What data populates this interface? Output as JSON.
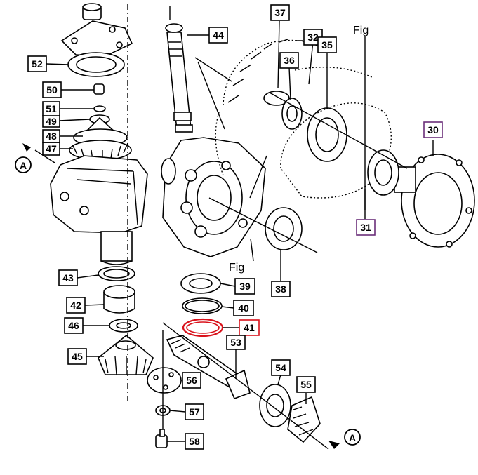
{
  "callouts": [
    {
      "id": "c30",
      "text": "30",
      "color": "#6b2f7a"
    },
    {
      "id": "c31",
      "text": "31",
      "color": "#6b2f7a"
    },
    {
      "id": "c32",
      "text": "32",
      "color": "#000000"
    },
    {
      "id": "c35",
      "text": "35",
      "color": "#000000"
    },
    {
      "id": "c36",
      "text": "36",
      "color": "#000000"
    },
    {
      "id": "c37",
      "text": "37",
      "color": "#000000"
    },
    {
      "id": "c38",
      "text": "38",
      "color": "#000000"
    },
    {
      "id": "c39",
      "text": "39",
      "color": "#000000"
    },
    {
      "id": "c40",
      "text": "40",
      "color": "#000000"
    },
    {
      "id": "c41",
      "text": "41",
      "color": "#d9121b"
    },
    {
      "id": "c42",
      "text": "42",
      "color": "#000000"
    },
    {
      "id": "c43",
      "text": "43",
      "color": "#000000"
    },
    {
      "id": "c44",
      "text": "44",
      "color": "#000000"
    },
    {
      "id": "c45",
      "text": "45",
      "color": "#000000"
    },
    {
      "id": "c46",
      "text": "46",
      "color": "#000000"
    },
    {
      "id": "c47",
      "text": "47",
      "color": "#000000"
    },
    {
      "id": "c48",
      "text": "48",
      "color": "#000000"
    },
    {
      "id": "c49",
      "text": "49",
      "color": "#000000"
    },
    {
      "id": "c50",
      "text": "50",
      "color": "#000000"
    },
    {
      "id": "c51",
      "text": "51",
      "color": "#000000"
    },
    {
      "id": "c52",
      "text": "52",
      "color": "#000000"
    },
    {
      "id": "c53",
      "text": "53",
      "color": "#000000"
    },
    {
      "id": "c54",
      "text": "54",
      "color": "#000000"
    },
    {
      "id": "c55",
      "text": "55",
      "color": "#000000"
    },
    {
      "id": "c56",
      "text": "56",
      "color": "#000000"
    },
    {
      "id": "c57",
      "text": "57",
      "color": "#000000"
    },
    {
      "id": "c58",
      "text": "58",
      "color": "#000000"
    }
  ],
  "fig_labels": {
    "top": "Fig",
    "middle": "Fig"
  },
  "refs": {
    "left": "A",
    "right": "A"
  },
  "highlight_color": "#d9121b"
}
